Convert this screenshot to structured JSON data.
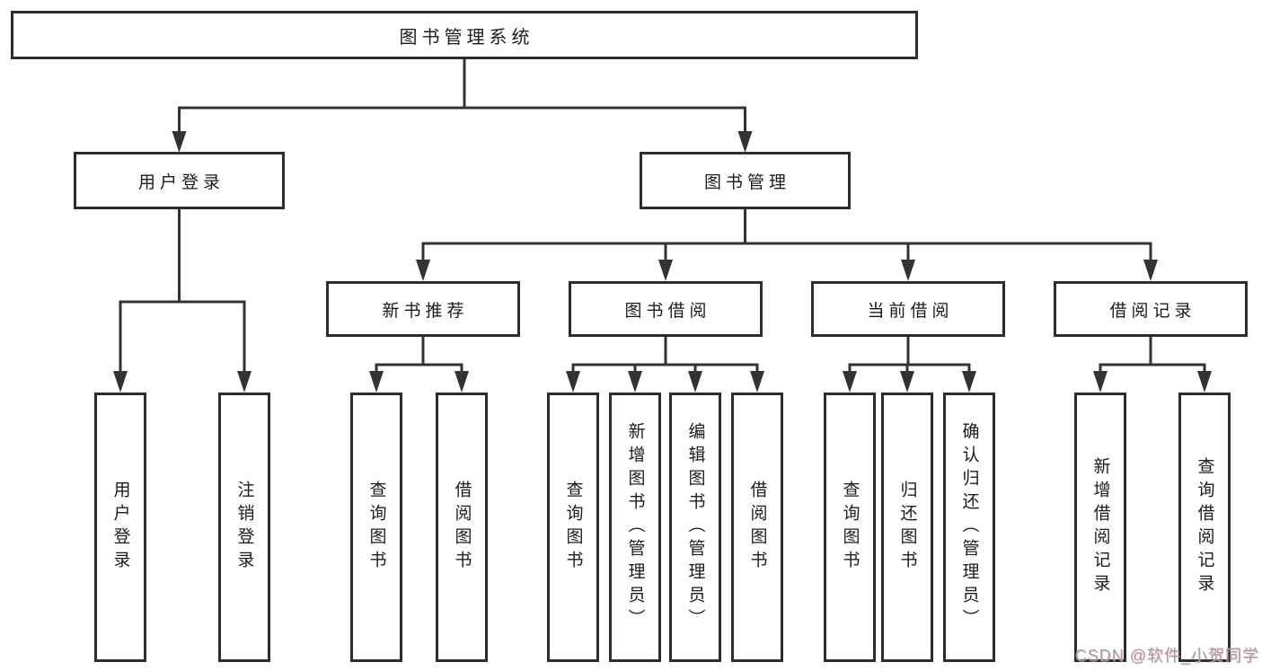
{
  "diagram": {
    "root": {
      "label": "图书管理系统"
    },
    "level2": [
      {
        "id": "user-login",
        "label": "用户登录"
      },
      {
        "id": "book-management",
        "label": "图书管理"
      }
    ],
    "level3": [
      {
        "id": "new-book-recommend",
        "label": "新书推荐"
      },
      {
        "id": "book-borrow",
        "label": "图书借阅"
      },
      {
        "id": "current-borrow",
        "label": "当前借阅"
      },
      {
        "id": "borrow-records",
        "label": "借阅记录"
      }
    ],
    "leaves": [
      {
        "id": "login",
        "parent": "user-login",
        "label": "用户登录"
      },
      {
        "id": "logout",
        "parent": "user-login",
        "label": "注销登录"
      },
      {
        "id": "nb-query-book",
        "parent": "new-book-recommend",
        "label": "查询图书"
      },
      {
        "id": "nb-borrow-book",
        "parent": "new-book-recommend",
        "label": "借阅图书"
      },
      {
        "id": "bb-query-book",
        "parent": "book-borrow",
        "label": "查询图书"
      },
      {
        "id": "bb-add-book",
        "parent": "book-borrow",
        "label": "新增图书（管理员）"
      },
      {
        "id": "bb-edit-book",
        "parent": "book-borrow",
        "label": "编辑图书（管理员）"
      },
      {
        "id": "bb-borrow-book",
        "parent": "book-borrow",
        "label": "借阅图书"
      },
      {
        "id": "cb-query-book",
        "parent": "current-borrow",
        "label": "查询图书"
      },
      {
        "id": "cb-return-book",
        "parent": "current-borrow",
        "label": "归还图书"
      },
      {
        "id": "cb-confirm-return",
        "parent": "current-borrow",
        "label": "确认归还（管理员）"
      },
      {
        "id": "br-add-record",
        "parent": "borrow-records",
        "label": "新增借阅记录"
      },
      {
        "id": "br-query-record",
        "parent": "borrow-records",
        "label": "查询借阅记录"
      }
    ]
  },
  "watermark": "CSDN @软件_小贺同学",
  "colors": {
    "line": "#333333",
    "box_border": "#2d2d2d",
    "text": "#1c1c1c",
    "background": "#ffffff",
    "watermark": "#a0a0a0",
    "watermark_shadow": "#f88caa"
  }
}
